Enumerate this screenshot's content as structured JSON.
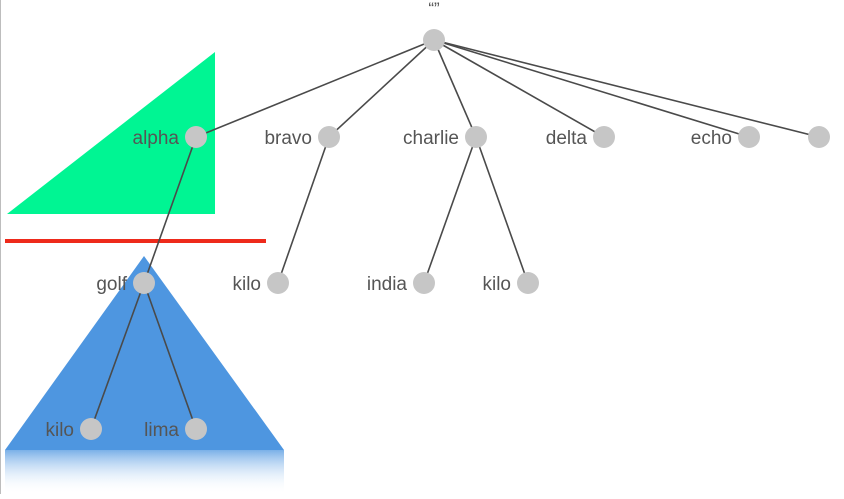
{
  "colors": {
    "background": "#ffffff",
    "green_shape": "#00f593",
    "red_line": "#ee2a1b",
    "blue_shape": "#4e96e0",
    "node": "#c6c6c6",
    "edge": "#4a4a4a",
    "label": "#555555"
  },
  "tree": {
    "root_label": "“”",
    "nodes": [
      {
        "id": "root",
        "label": "“”"
      },
      {
        "id": "alpha",
        "label": "alpha"
      },
      {
        "id": "bravo",
        "label": "bravo"
      },
      {
        "id": "charlie",
        "label": "charlie"
      },
      {
        "id": "delta",
        "label": "delta"
      },
      {
        "id": "echo",
        "label": "echo"
      },
      {
        "id": "unlabeled",
        "label": ""
      },
      {
        "id": "golf",
        "label": "golf"
      },
      {
        "id": "kilo-bravo",
        "label": "kilo"
      },
      {
        "id": "india",
        "label": "india"
      },
      {
        "id": "kilo-charlie",
        "label": "kilo"
      },
      {
        "id": "kilo-golf",
        "label": "kilo"
      },
      {
        "id": "lima",
        "label": "lima"
      }
    ],
    "edges": [
      [
        "root",
        "alpha"
      ],
      [
        "root",
        "bravo"
      ],
      [
        "root",
        "charlie"
      ],
      [
        "root",
        "delta"
      ],
      [
        "root",
        "echo"
      ],
      [
        "root",
        "unlabeled"
      ],
      [
        "alpha",
        "golf"
      ],
      [
        "bravo",
        "kilo-bravo"
      ],
      [
        "charlie",
        "india"
      ],
      [
        "charlie",
        "kilo-charlie"
      ],
      [
        "golf",
        "kilo-golf"
      ],
      [
        "golf",
        "lima"
      ]
    ]
  }
}
